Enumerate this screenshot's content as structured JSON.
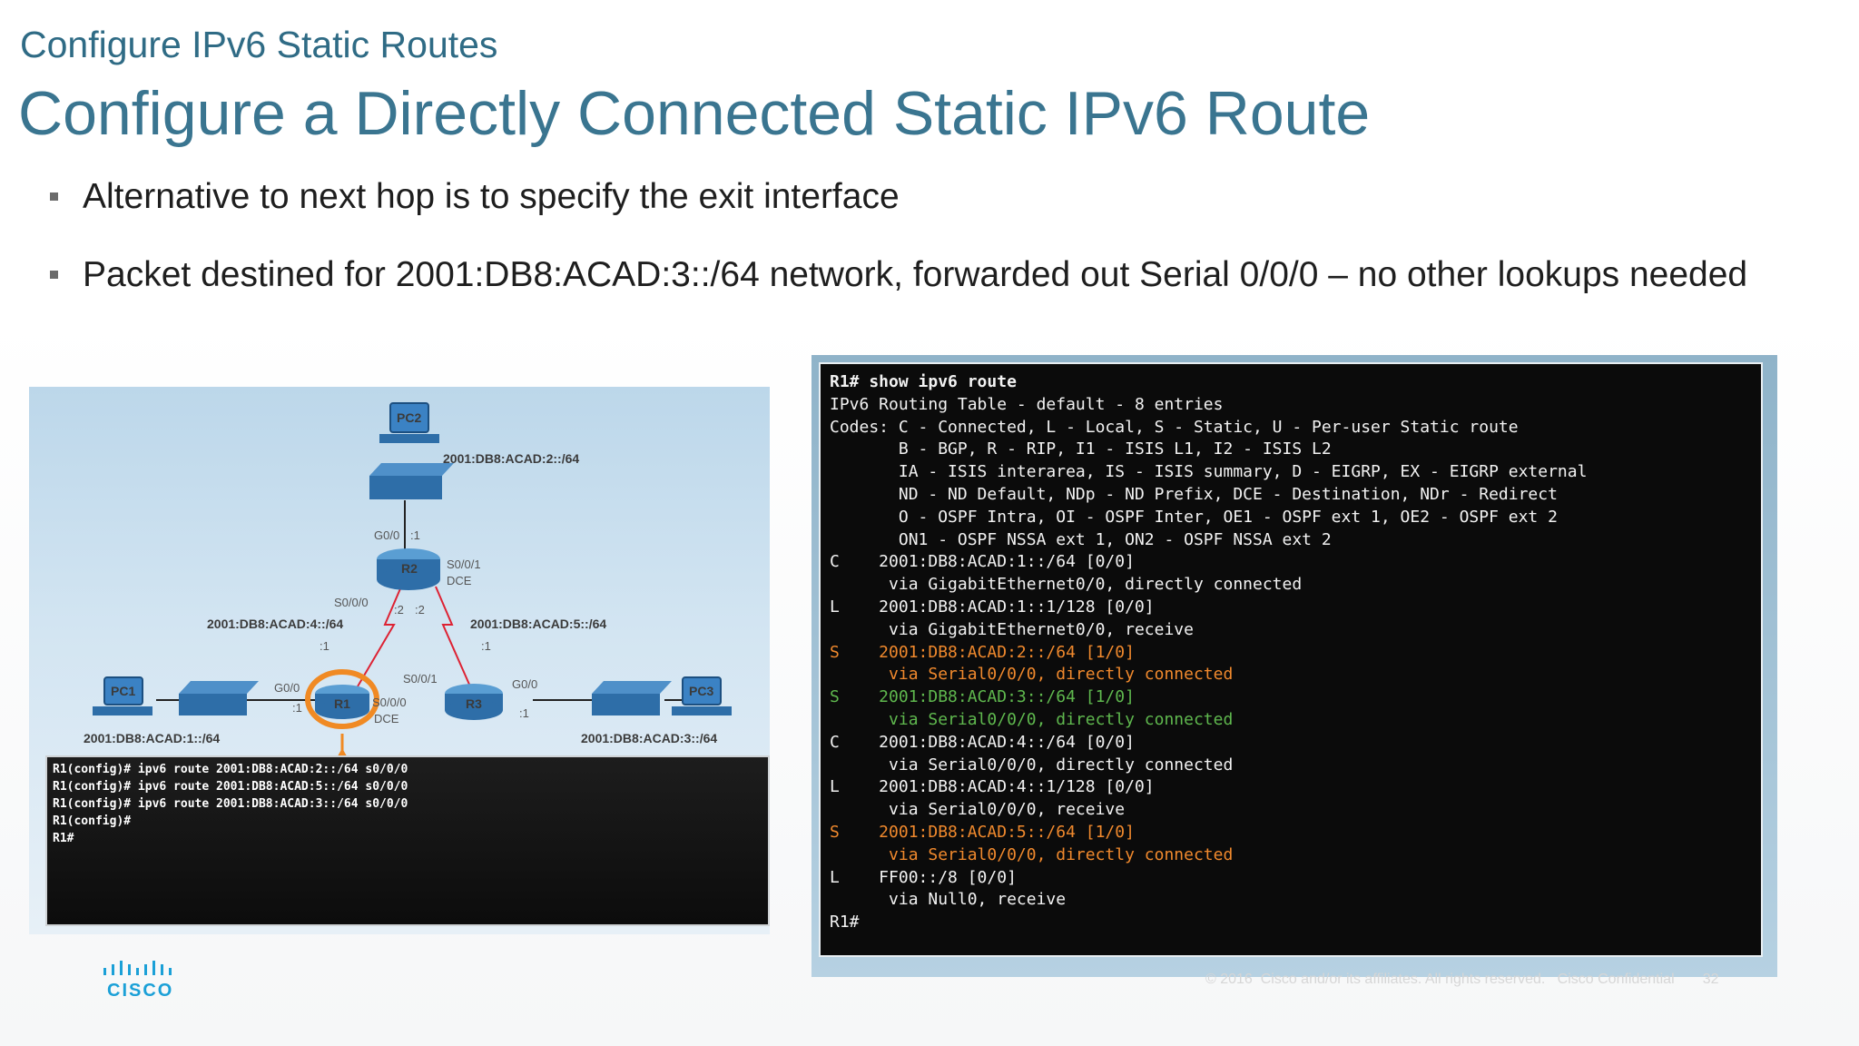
{
  "slide": {
    "subtitle": "Configure IPv6 Static Routes",
    "title": "Configure a Directly Connected Static IPv6 Route",
    "bullets": [
      "Alternative to next hop is to specify the exit interface",
      "Packet destined for 2001:DB8:ACAD:3::/64 network, forwarded out Serial 0/0/0 – no other lookups needed"
    ],
    "footer": "© 2016  Cisco and/or its affiliates. All rights reserved.   Cisco Confidential       32",
    "logo_text": "CISCO"
  },
  "topology": {
    "devices": {
      "pc1": "PC1",
      "pc2": "PC2",
      "pc3": "PC3",
      "r1": "R1",
      "r2": "R2",
      "r3": "R3"
    },
    "labels": {
      "net2": "2001:DB8:ACAD:2::/64",
      "net4": "2001:DB8:ACAD:4::/64",
      "net5": "2001:DB8:ACAD:5::/64",
      "net1": "2001:DB8:ACAD:1::/64",
      "net3": "2001:DB8:ACAD:3::/64",
      "r2_g00": "G0/0",
      "r2_g00_host": ":1",
      "r2_s001": "S0/0/1",
      "r2_s001_dce": "DCE",
      "r2_s000": "S0/0/0",
      "r2_s000_host": ":2",
      "r2_s001_host": ":2",
      "r1_s000_host": ":1",
      "r3_s001_host": ":1",
      "r3_s001": "S0/0/1",
      "r1_g00": "G0/0",
      "r1_g00_host": ":1",
      "r1_s000": "S0/0/0",
      "r1_dce": "DCE",
      "r3_g00": "G0/0",
      "r3_g00_host": ":1"
    },
    "config_lines": [
      "R1(config)# ipv6 route 2001:DB8:ACAD:2::/64 s0/0/0",
      "R1(config)# ipv6 route 2001:DB8:ACAD:5::/64 s0/0/0",
      "R1(config)# ipv6 route 2001:DB8:ACAD:3::/64 s0/0/0",
      "R1(config)#",
      "R1#"
    ]
  },
  "terminal": {
    "lines": [
      {
        "text": "R1# show ipv6 route",
        "style": "bold"
      },
      {
        "text": "IPv6 Routing Table - default - 8 entries",
        "style": "normal"
      },
      {
        "text": "Codes: C - Connected, L - Local, S - Static, U - Per-user Static route",
        "style": "normal"
      },
      {
        "text": "       B - BGP, R - RIP, I1 - ISIS L1, I2 - ISIS L2",
        "style": "normal"
      },
      {
        "text": "       IA - ISIS interarea, IS - ISIS summary, D - EIGRP, EX - EIGRP external",
        "style": "normal"
      },
      {
        "text": "       ND - ND Default, NDp - ND Prefix, DCE - Destination, NDr - Redirect",
        "style": "normal"
      },
      {
        "text": "       O - OSPF Intra, OI - OSPF Inter, OE1 - OSPF ext 1, OE2 - OSPF ext 2",
        "style": "normal"
      },
      {
        "text": "       ON1 - OSPF NSSA ext 1, ON2 - OSPF NSSA ext 2",
        "style": "normal"
      },
      {
        "text": "C    2001:DB8:ACAD:1::/64 [0/0]",
        "style": "normal"
      },
      {
        "text": "      via GigabitEthernet0/0, directly connected",
        "style": "normal"
      },
      {
        "text": "L    2001:DB8:ACAD:1::1/128 [0/0]",
        "style": "normal"
      },
      {
        "text": "      via GigabitEthernet0/0, receive",
        "style": "normal"
      },
      {
        "text": "S    2001:DB8:ACAD:2::/64 [1/0]",
        "style": "orange"
      },
      {
        "text": "      via Serial0/0/0, directly connected",
        "style": "orange"
      },
      {
        "text": "S    2001:DB8:ACAD:3::/64 [1/0]",
        "style": "green"
      },
      {
        "text": "      via Serial0/0/0, directly connected",
        "style": "green"
      },
      {
        "text": "C    2001:DB8:ACAD:4::/64 [0/0]",
        "style": "normal"
      },
      {
        "text": "      via Serial0/0/0, directly connected",
        "style": "normal"
      },
      {
        "text": "L    2001:DB8:ACAD:4::1/128 [0/0]",
        "style": "normal"
      },
      {
        "text": "      via Serial0/0/0, receive",
        "style": "normal"
      },
      {
        "text": "S    2001:DB8:ACAD:5::/64 [1/0]",
        "style": "orange"
      },
      {
        "text": "      via Serial0/0/0, directly connected",
        "style": "orange"
      },
      {
        "text": "L    FF00::/8 [0/0]",
        "style": "normal"
      },
      {
        "text": "      via Null0, receive",
        "style": "normal"
      },
      {
        "text": "R1#",
        "style": "normal"
      }
    ]
  },
  "colors": {
    "title": "#3a7590",
    "orange": "#f0892d",
    "green": "#5fb84e",
    "cisco_blue": "#1ba0d7"
  }
}
